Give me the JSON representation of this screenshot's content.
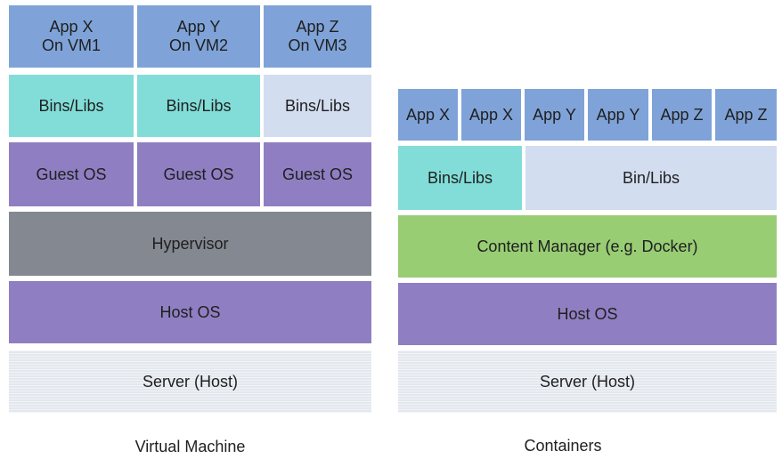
{
  "virtual_machine": {
    "apps": [
      "App X\nOn VM1",
      "App Y\nOn VM2",
      "App Z\nOn VM3"
    ],
    "bins": [
      "Bins/Libs",
      "Bins/Libs",
      "Bins/Libs"
    ],
    "guest_os": [
      "Guest OS",
      "Guest OS",
      "Guest OS"
    ],
    "hypervisor": "Hypervisor",
    "host_os": "Host OS",
    "server": "Server (Host)",
    "caption": "Virtual Machine"
  },
  "containers": {
    "apps": [
      "App X",
      "App X",
      "App Y",
      "App Y",
      "App Z",
      "App Z"
    ],
    "bins_left": "Bins/Libs",
    "bins_right": "Bin/Libs",
    "content_manager": "Content Manager (e.g. Docker)",
    "host_os": "Host OS",
    "server": "Server (Host)",
    "caption": "Containers"
  },
  "colors": {
    "app": "#7fa3d8",
    "bins": "#82ddd8",
    "bins_light": "#d3ddf0",
    "guest_os": "#8f7fc2",
    "hypervisor": "#838891",
    "host_os": "#8f7fc2",
    "content_manager": "#98cd74",
    "server": "#e3e7ee"
  }
}
